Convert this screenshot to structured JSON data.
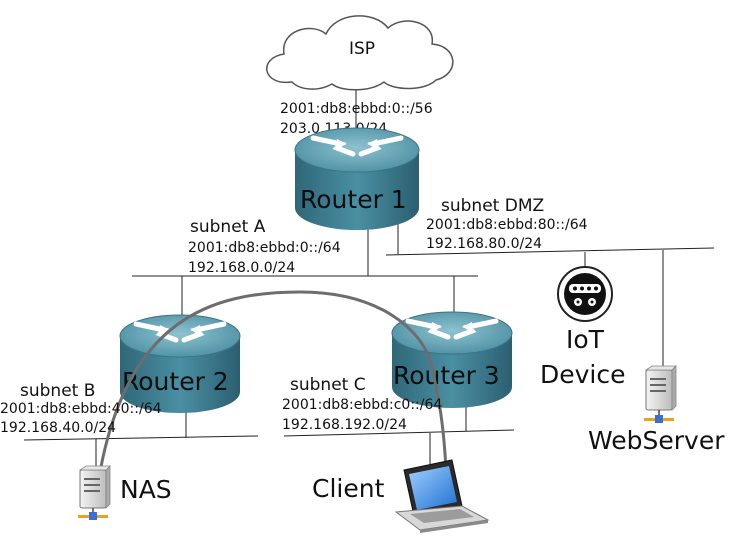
{
  "isp": {
    "label": "ISP",
    "ipv6": "2001:db8:ebbd:0::/56",
    "ipv4": "203.0.113.0/24"
  },
  "routers": {
    "r1": "Router 1",
    "r2": "Router 2",
    "r3": "Router 3"
  },
  "subnets": {
    "a": {
      "name": "subnet A",
      "ipv6": "2001:db8:ebbd:0::/64",
      "ipv4": "192.168.0.0/24"
    },
    "dmz": {
      "name": "subnet DMZ",
      "ipv6": "2001:db8:ebbd:80::/64",
      "ipv4": "192.168.80.0/24"
    },
    "b": {
      "name": "subnet B",
      "ipv6": "2001:db8:ebbd:40::/64",
      "ipv4": "192.168.40.0/24"
    },
    "c": {
      "name": "subnet C",
      "ipv6": "2001:db8:ebbd:c0::/64",
      "ipv4": "192.168.192.0/24"
    }
  },
  "devices": {
    "iot_line1": "IoT",
    "iot_line2": "Device",
    "webserver": "WebServer",
    "nas": "NAS",
    "client": "Client"
  },
  "icons": {
    "cloud": "cloud-icon",
    "router": "router-icon",
    "server": "server-icon",
    "laptop": "laptop-icon",
    "iot": "iot-device-icon"
  },
  "colors": {
    "router_body": "#3d7f93",
    "router_top": "#6aa6b6",
    "link_arc": "#6d6d6d",
    "laptop_screen": "#3a8fe0"
  }
}
